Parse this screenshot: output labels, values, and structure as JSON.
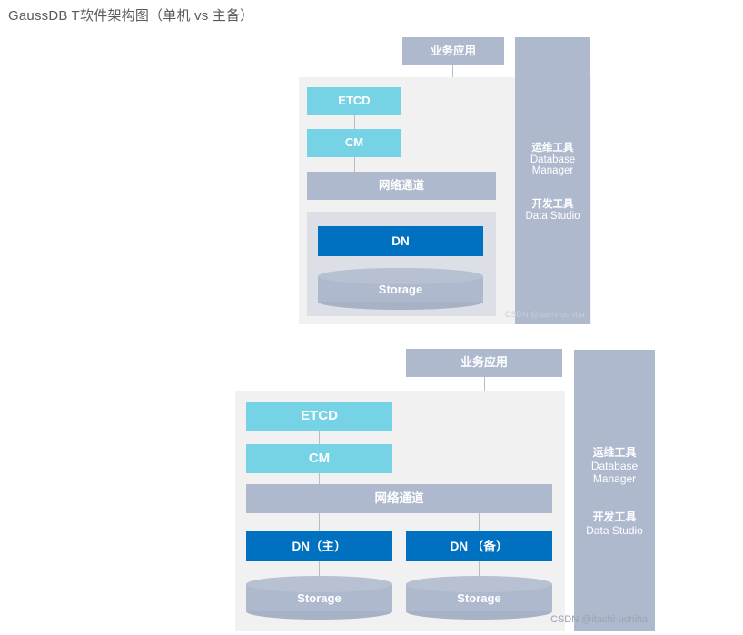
{
  "page": {
    "title": "GaussDB T软件架构图（单机 vs 主备）"
  },
  "diagram_top": {
    "name": "单机",
    "business_app": "业务应用",
    "etcd": "ETCD",
    "cm": "CM",
    "network_channel": "网络通道",
    "dn": "DN",
    "storage": "Storage",
    "tools": {
      "ops_title": "运维工具",
      "ops_sub_line1": "Database",
      "ops_sub_line2": "Manager",
      "dev_title": "开发工具",
      "dev_sub": "Data Studio"
    },
    "watermark": "CSDN @itachi-uchiha"
  },
  "diagram_bottom": {
    "name": "主备",
    "business_app": "业务应用",
    "etcd": "ETCD",
    "cm": "CM",
    "network_channel": "网络通道",
    "dn_primary": "DN（主）",
    "dn_standby": "DN （备）",
    "storage_primary": "Storage",
    "storage_standby": "Storage",
    "tools": {
      "ops_title": "运维工具",
      "ops_sub_line1": "Database",
      "ops_sub_line2": "Manager",
      "dev_title": "开发工具",
      "dev_sub": "Data Studio"
    },
    "watermark": "CSDN @itachi-uchiha"
  },
  "colors": {
    "gray_blue": "#aeb9cd",
    "cyan": "#76d3e6",
    "blue": "#0070c0",
    "panel_bg": "#f1f1f1",
    "panel_inner_bg": "#dce0e6",
    "connector": "#b5bdc9",
    "title_text": "#5a5a5a"
  }
}
